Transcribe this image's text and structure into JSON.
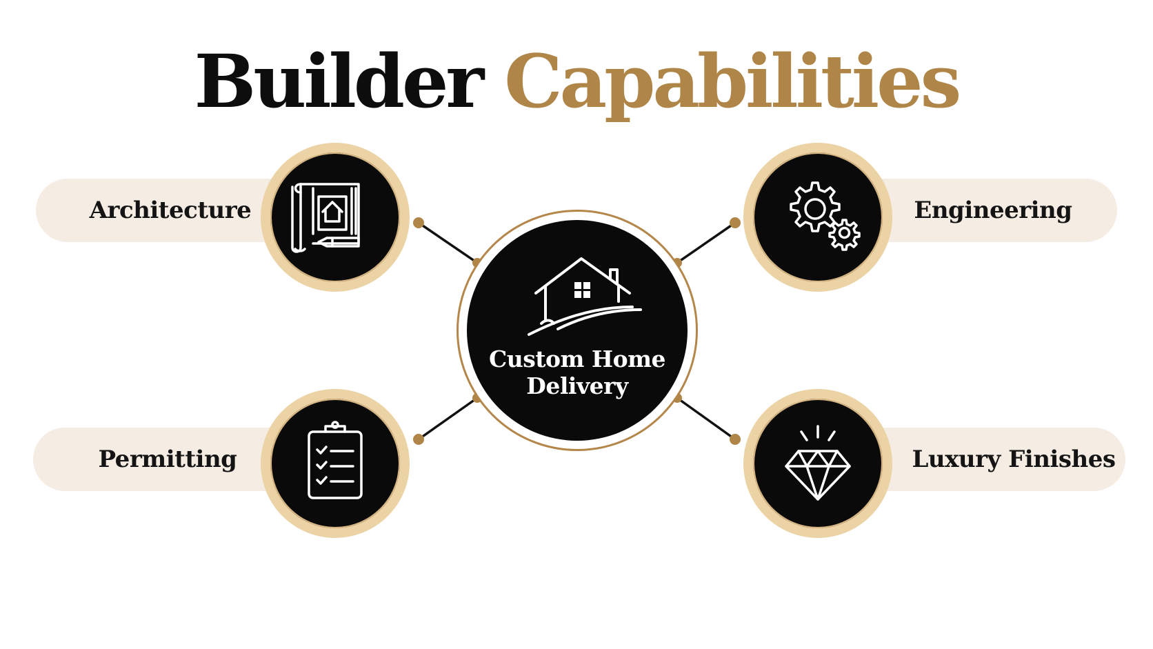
{
  "title": {
    "word1": "Builder",
    "word2": "Capabilities"
  },
  "colors": {
    "accent_gold": "#b08548",
    "ring_gold": "#ecd3a6",
    "pill_bg": "#f5ede3",
    "node_black": "#0a0a0a"
  },
  "center": {
    "line1": "Custom Home",
    "line2": "Delivery",
    "icon": "house-landscape-icon"
  },
  "capabilities": [
    {
      "label": "Architecture",
      "icon": "blueprint-icon"
    },
    {
      "label": "Engineering",
      "icon": "gears-icon"
    },
    {
      "label": "Permitting",
      "icon": "clipboard-checklist-icon"
    },
    {
      "label": "Luxury Finishes",
      "icon": "diamond-icon"
    }
  ]
}
